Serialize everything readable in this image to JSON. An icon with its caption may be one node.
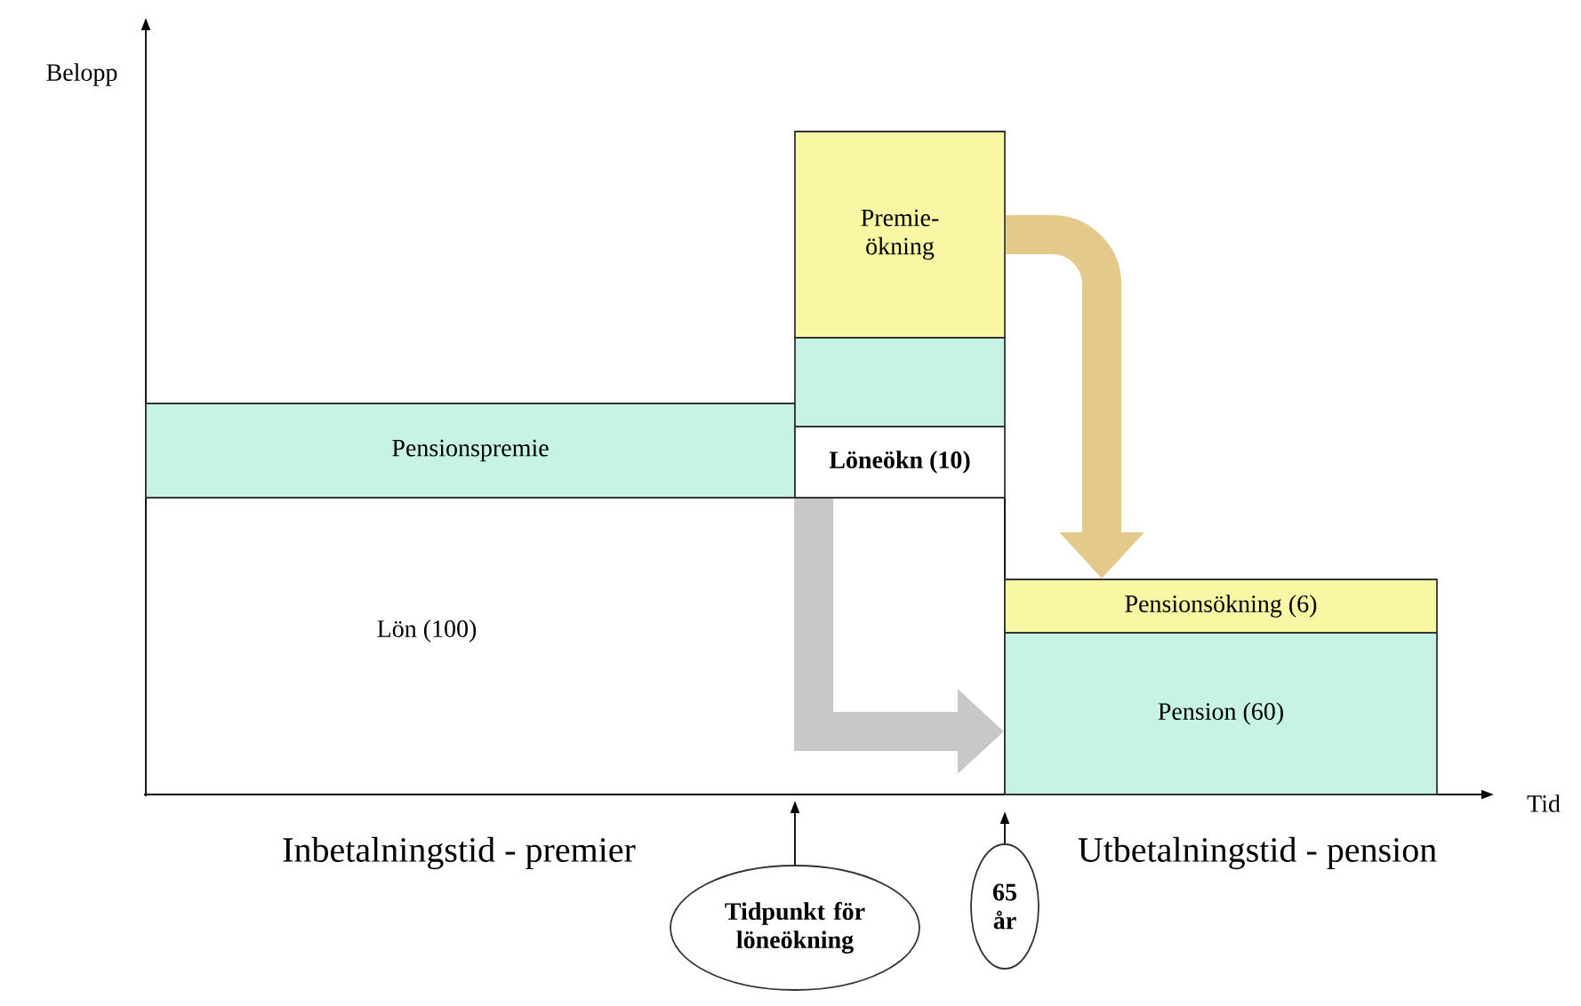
{
  "diagram": {
    "nodes": [
      {
        "text": [
          "Pensionspremie"
        ]
      },
      {
        "text": [],
        "shape": "box"
      },
      {
        "text": [
          "Premie- ökning"
        ]
      },
      {
        "text": [
          "Löneökn (10)"
        ]
      },
      {
        "text": [
          "Pensionsökning (6)"
        ]
      },
      {
        "text": [
          "Pension (60)"
        ]
      },
      {
        "text": [
          "Tidpunkt för löneökning"
        ]
      },
      {
        "text": [
          "65 år"
        ]
      }
    ],
    "edges": [
      {
        "from": 3,
        "to": 5,
        "arrow": "to",
        "style": "thick",
        "color": "#c8c8c8"
      },
      {
        "from": 2,
        "to": 4,
        "arrow": "to",
        "style": "thick",
        "color": "#e3c98a"
      },
      {
        "from": 6,
        "to": null,
        "arrow": "to"
      },
      {
        "from": 7,
        "to": null,
        "arrow": "to"
      }
    ],
    "labels": [
      "Belopp",
      "Tid",
      "Lön (100)",
      "Inbetalningstid - premier",
      "Utbetalningstid - pension"
    ]
  }
}
